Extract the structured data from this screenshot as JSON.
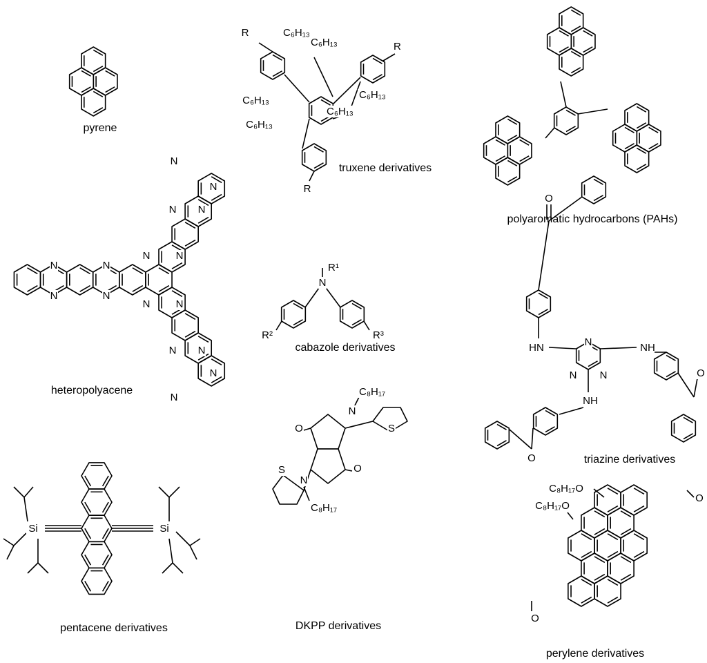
{
  "captions": {
    "pyrene": "pyrene",
    "truxene": "truxene derivatives",
    "pah": "polyaromatic hydrocarbons (PAHs)",
    "heteropolyacene": "heteropolyacene",
    "carbazole": "cabazole derivatives",
    "triazine": "triazine derivatives",
    "pentacene": "pentacene derivatives",
    "dkpp": "DKPP derivatives",
    "perylene": "perylene derivatives"
  },
  "atoms": {
    "R": "R",
    "C6H13": "C₆H₁₃",
    "N": "N",
    "R1": "R¹",
    "R2": "R²",
    "R3": "R³",
    "O": "O",
    "HN": "HN",
    "NH": "NH",
    "Si": "Si",
    "S": "S",
    "C8H17": "C₈H₁₇",
    "C8H17O": "C₈H₁₇O"
  }
}
